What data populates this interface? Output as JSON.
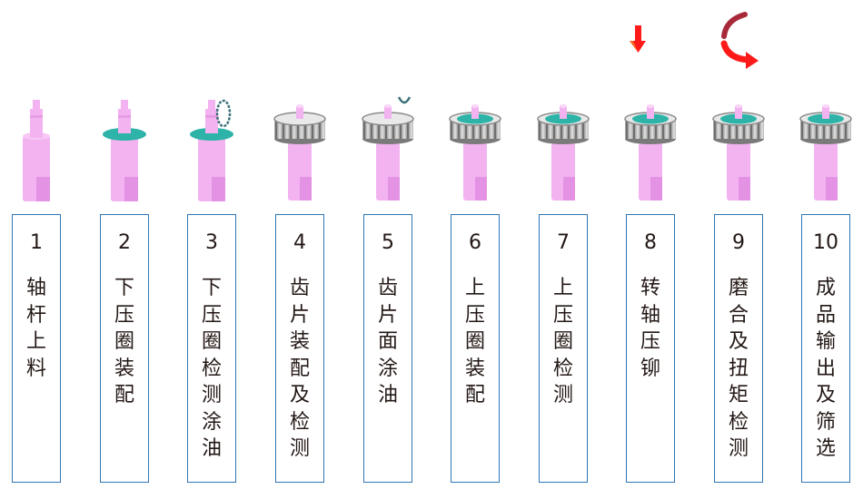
{
  "diagram": {
    "type": "process-flow",
    "colors": {
      "box_border": "#2e75b6",
      "text": "#231815",
      "shaft_pink": "#f2b3f0",
      "shaft_pink_dark": "#e08ae0",
      "ring_teal": "#2db3a8",
      "gear_gray": "#a8a8a8",
      "arrow_red": "#ff1a1a",
      "arrow_dark_red": "#a82a3a"
    },
    "stations": [
      {
        "num": "1",
        "label": [
          "轴",
          "杆",
          "上",
          "料"
        ],
        "part": "shaft"
      },
      {
        "num": "2",
        "label": [
          "下",
          "压",
          "圈",
          "装",
          "配"
        ],
        "part": "shaft-lower-ring"
      },
      {
        "num": "3",
        "label": [
          "下",
          "压",
          "圈",
          "检",
          "测",
          "涂",
          "油"
        ],
        "part": "shaft-lower-ring-oil"
      },
      {
        "num": "4",
        "label": [
          "齿",
          "片",
          "装",
          "配",
          "及",
          "检",
          "测"
        ],
        "part": "shaft-gear"
      },
      {
        "num": "5",
        "label": [
          "齿",
          "片",
          "面",
          "涂",
          "油"
        ],
        "part": "shaft-gear-oil"
      },
      {
        "num": "6",
        "label": [
          "上",
          "压",
          "圈",
          "装",
          "配"
        ],
        "part": "shaft-gear-upper-ring"
      },
      {
        "num": "7",
        "label": [
          "上",
          "压",
          "圈",
          "检",
          "测"
        ],
        "part": "shaft-gear-upper-ring"
      },
      {
        "num": "8",
        "label": [
          "转",
          "轴",
          "压",
          "铆"
        ],
        "part": "shaft-gear-upper-ring",
        "motion": "press-down-arrow"
      },
      {
        "num": "9",
        "label": [
          "磨",
          "合",
          "及",
          "扭",
          "矩",
          "检",
          "测"
        ],
        "part": "shaft-gear-upper-ring",
        "motion": "rotate-arrow"
      },
      {
        "num": "10",
        "label": [
          "成",
          "品",
          "输",
          "出",
          "及",
          "筛",
          "选"
        ],
        "part": "shaft-gear-upper-ring"
      }
    ]
  }
}
